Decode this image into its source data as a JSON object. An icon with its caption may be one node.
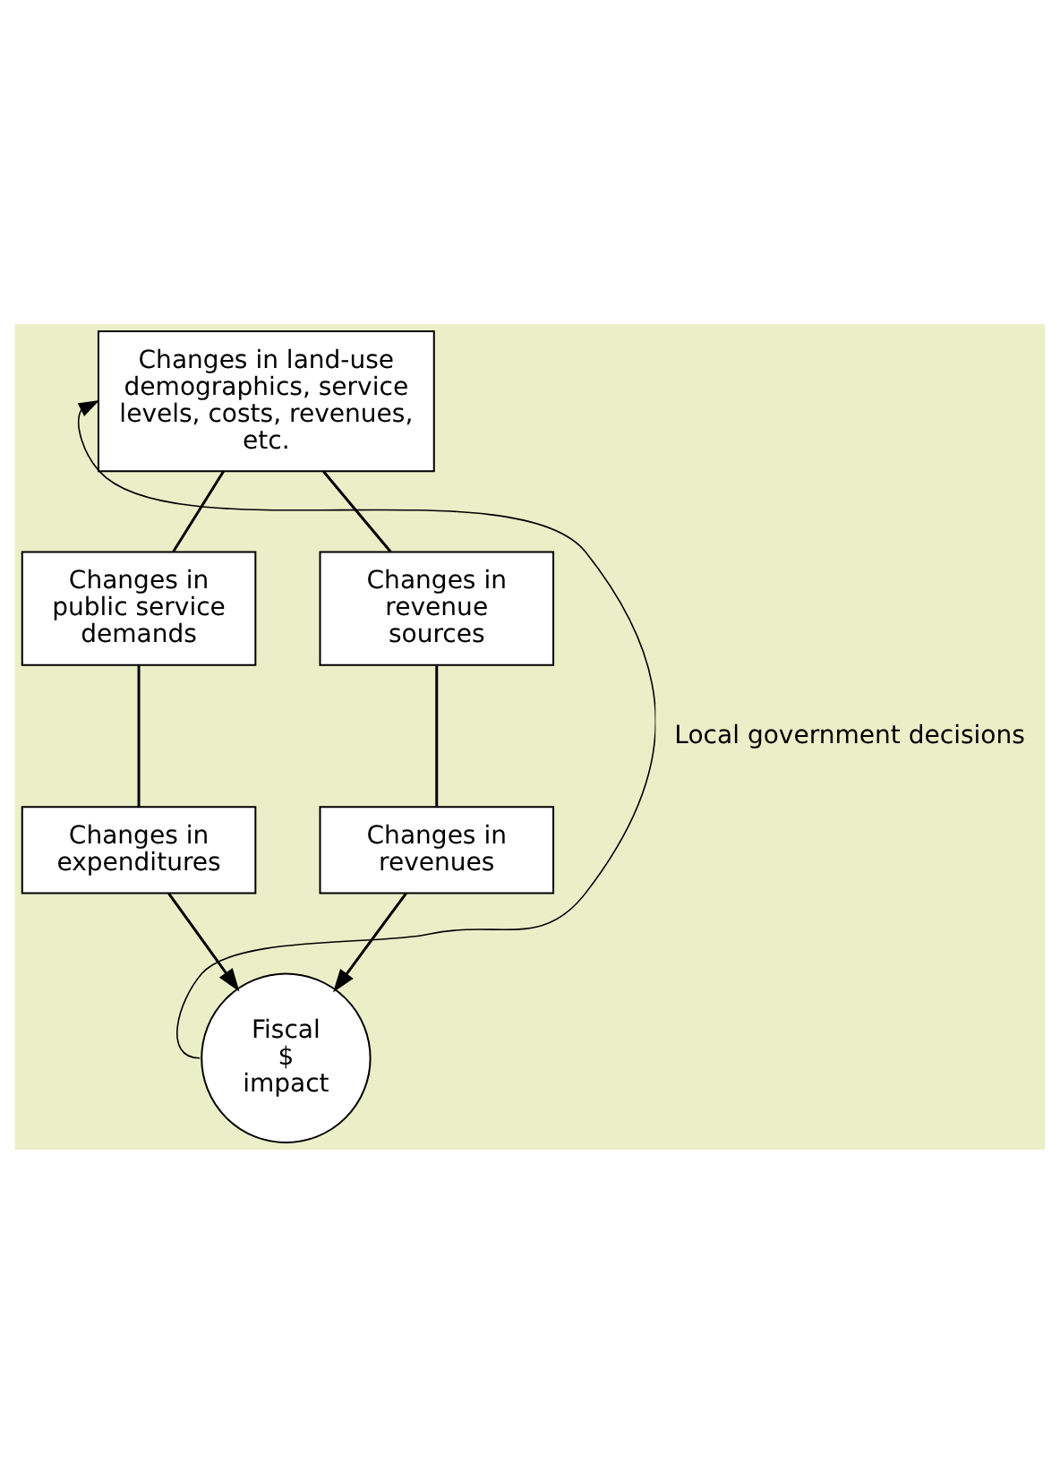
{
  "diagram": {
    "nodes": [
      {
        "text": [
          "Changes in land-use demographics, service levels, costs, revenues, etc."
        ]
      },
      {
        "text": [
          "Changes in public service demands"
        ]
      },
      {
        "text": [
          "Changes in revenue sources"
        ]
      },
      {
        "text": [
          "Changes in expenditures"
        ]
      },
      {
        "text": [
          "Changes in revenues"
        ]
      },
      {
        "text": [
          "Fiscal $ impact"
        ]
      }
    ],
    "edges": [
      {
        "from": 0,
        "to": 1,
        "arrow": "none"
      },
      {
        "from": 0,
        "to": 2,
        "arrow": "none"
      },
      {
        "from": 1,
        "to": 3,
        "arrow": "none"
      },
      {
        "from": 2,
        "to": 4,
        "arrow": "none"
      },
      {
        "from": 3,
        "to": 5,
        "arrow": "to"
      },
      {
        "from": 4,
        "to": 5,
        "arrow": "to"
      },
      {
        "from": 5,
        "to": 0,
        "arrow": "to",
        "label": "Local government decisions"
      }
    ]
  }
}
